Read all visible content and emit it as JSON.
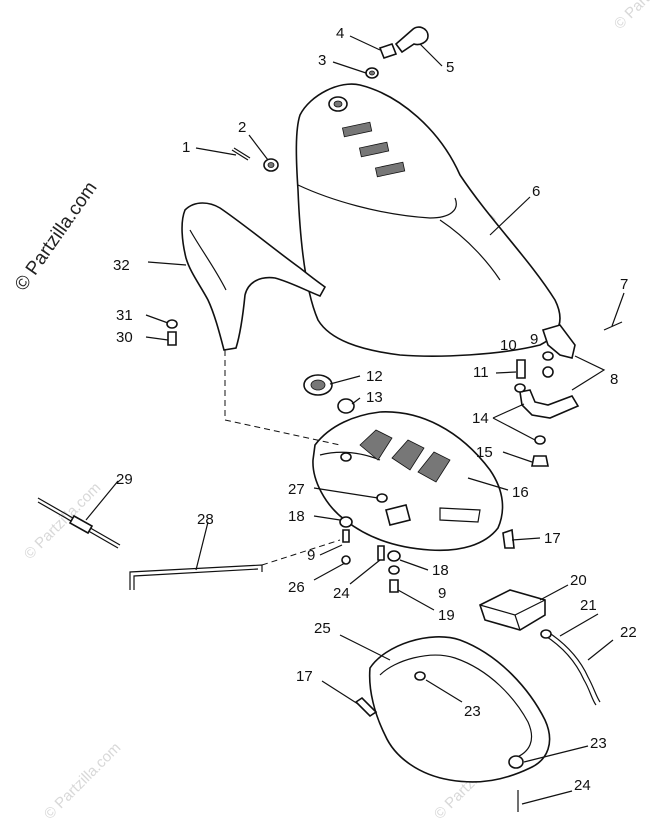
{
  "watermark": {
    "main": "© Partzilla.com",
    "faint": "© Partzilla.com"
  },
  "callouts": {
    "c1": "1",
    "c2": "2",
    "c3": "3",
    "c4": "4",
    "c5": "5",
    "c6": "6",
    "c7": "7",
    "c8": "8",
    "c9a": "9",
    "c9b": "9",
    "c9c": "9",
    "c10": "10",
    "c11": "11",
    "c12": "12",
    "c13": "13",
    "c14": "14",
    "c15": "15",
    "c16": "16",
    "c17a": "17",
    "c17b": "17",
    "c18a": "18",
    "c18b": "18",
    "c19": "19",
    "c20": "20",
    "c21": "21",
    "c22": "22",
    "c23a": "23",
    "c23b": "23",
    "c24a": "24",
    "c24b": "24",
    "c25": "25",
    "c26": "26",
    "c27": "27",
    "c28": "28",
    "c29": "29",
    "c30": "30",
    "c31": "31",
    "c32": "32"
  }
}
